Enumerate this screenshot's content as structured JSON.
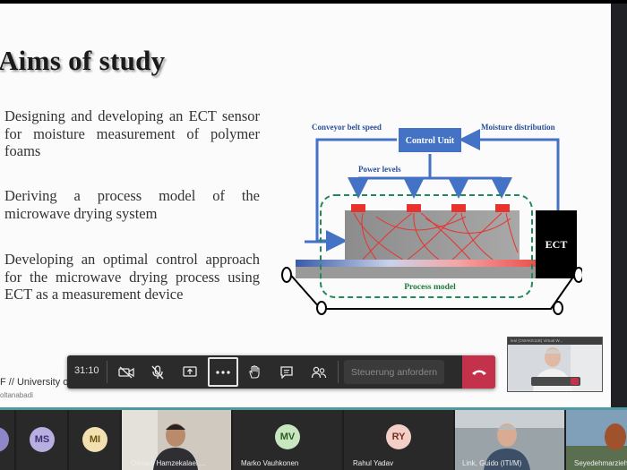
{
  "slide": {
    "title": "Aims of study",
    "bullets": [
      "Designing and developing an ECT sensor for moisture measurement of polymer foams",
      "Deriving a process model of the microwave drying system",
      "Developing an optimal control approach for the microwave drying process using ECT as a measurement device"
    ],
    "footer_text": "F // University o",
    "footer_sub": "oltanabadi"
  },
  "diagram": {
    "control_unit": "Control Unit",
    "conveyor_belt_speed": "Conveyor belt speed",
    "moisture_distribution": "Moisture distribution",
    "power_levels": "Power levels",
    "ect": "ECT",
    "process_model": "Process model"
  },
  "toolbar": {
    "timer": "31:10",
    "control_request": "Steuerung anfordern",
    "icons": [
      "video-off-icon",
      "mic-off-icon",
      "share-screen-icon",
      "more-options-icon",
      "raise-hand-icon",
      "chat-icon",
      "participants-icon",
      "hang-up-icon"
    ]
  },
  "self_view": {
    "title": "leal (CWAKE11B) Virtual W..."
  },
  "participants": [
    {
      "initials": "MS",
      "color": "#b8aee0"
    },
    {
      "initials": "MI",
      "color": "#f2e0b0"
    },
    {
      "name": "Omrani Hamzekalaei,..."
    },
    {
      "initials": "MV",
      "name": "Marko Vauhkonen",
      "color": "#c8e6c0"
    },
    {
      "initials": "RY",
      "name": "Rahul Yadav",
      "color": "#f4cfc7"
    },
    {
      "name": "Link, Guido (ITI/M)"
    },
    {
      "name": "Seyedehmarzieh"
    }
  ]
}
